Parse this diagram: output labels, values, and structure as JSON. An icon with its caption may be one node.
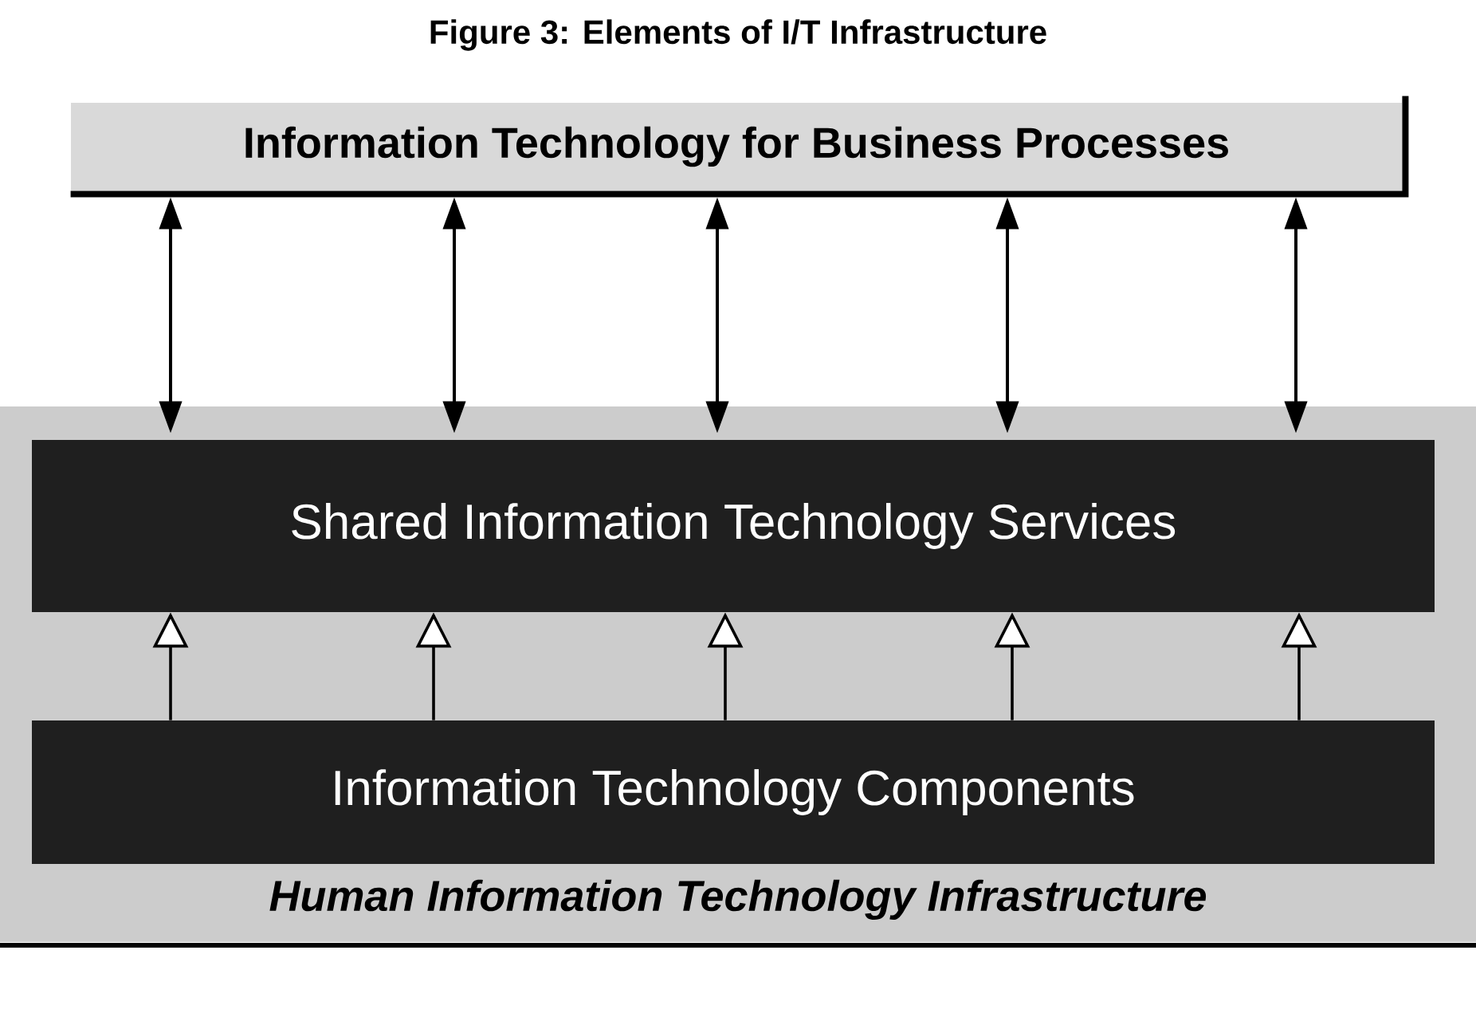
{
  "diagram": {
    "title": "Figure 3: Elements of I/T Infrastructure",
    "nodes": [
      {
        "text": [
          "Information Technology for Business Processes"
        ]
      },
      {
        "text": [
          "Human Information Technology Infrastructure"
        ]
      },
      {
        "text": [
          "Shared Information Technology Services"
        ],
        "in": 1
      },
      {
        "text": [
          "Information Technology Components"
        ],
        "in": 1
      }
    ],
    "edges": [
      {
        "from": 0,
        "to": 2,
        "arrow": "both"
      },
      {
        "from": 0,
        "to": 2,
        "arrow": "both"
      },
      {
        "from": 0,
        "to": 2,
        "arrow": "both"
      },
      {
        "from": 0,
        "to": 2,
        "arrow": "both"
      },
      {
        "from": 0,
        "to": 2,
        "arrow": "both"
      },
      {
        "from": 3,
        "to": 2,
        "arrow": "to"
      },
      {
        "from": 3,
        "to": 2,
        "arrow": "to"
      },
      {
        "from": 3,
        "to": 2,
        "arrow": "to"
      },
      {
        "from": 3,
        "to": 2,
        "arrow": "to"
      },
      {
        "from": 3,
        "to": 2,
        "arrow": "to"
      }
    ]
  }
}
